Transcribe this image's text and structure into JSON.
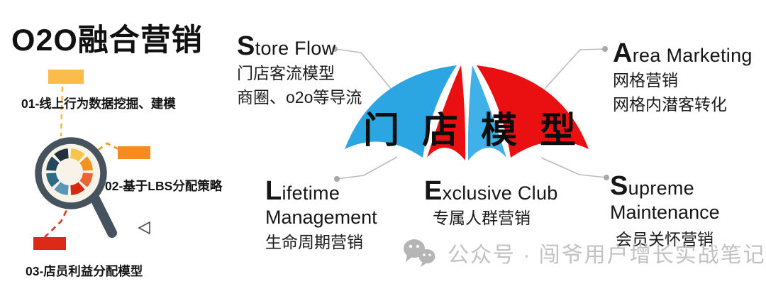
{
  "title": "O2O融合营销",
  "left_flow": {
    "step1": "01-线上行为数据挖掘、建模",
    "step2": "02-基于LBS分配策略",
    "step3": "03-店员利益分配模型",
    "icon": "magnifier-donut-icon"
  },
  "umbrella": {
    "chars": [
      "门",
      "店",
      "模",
      "型"
    ],
    "blue": "#2BA6E3",
    "light_blue": "#3FB0E8",
    "red": "#EA0F10"
  },
  "sections": {
    "store_flow": {
      "initial": "S",
      "rest": "tore Flow",
      "line1": "门店客流模型",
      "line2": "商圈、o2o等导流"
    },
    "area_marketing": {
      "initial": "A",
      "rest": "rea Marketing",
      "line1": "网格营销",
      "line2": "网格内潜客转化"
    },
    "lifetime_management": {
      "initial": "L",
      "rest": "ifetime",
      "rest2": "Management",
      "line1": "生命周期营销"
    },
    "exclusive_club": {
      "initial": "E",
      "rest": "xclusive Club",
      "line1": "专属人群营销"
    },
    "supreme_maintenance": {
      "initial": "S",
      "rest": "upreme",
      "rest2": "Maintenance",
      "line1": "会员关怀营销"
    }
  },
  "watermark": {
    "icon": "wechat-icon",
    "text": "公众号 · 闯爷用户增长实战笔记"
  },
  "accent_colors": {
    "marker_yellow": "#FBBC4A",
    "marker_orange": "#F68B1F",
    "marker_red": "#DC2A16",
    "dashed_yellow": "#F8B940",
    "dashed_orange": "#F5921E",
    "dashed_red": "#E3341D",
    "connector_gray": "#BBBBBB",
    "magnifier_frame": "#46525E"
  }
}
